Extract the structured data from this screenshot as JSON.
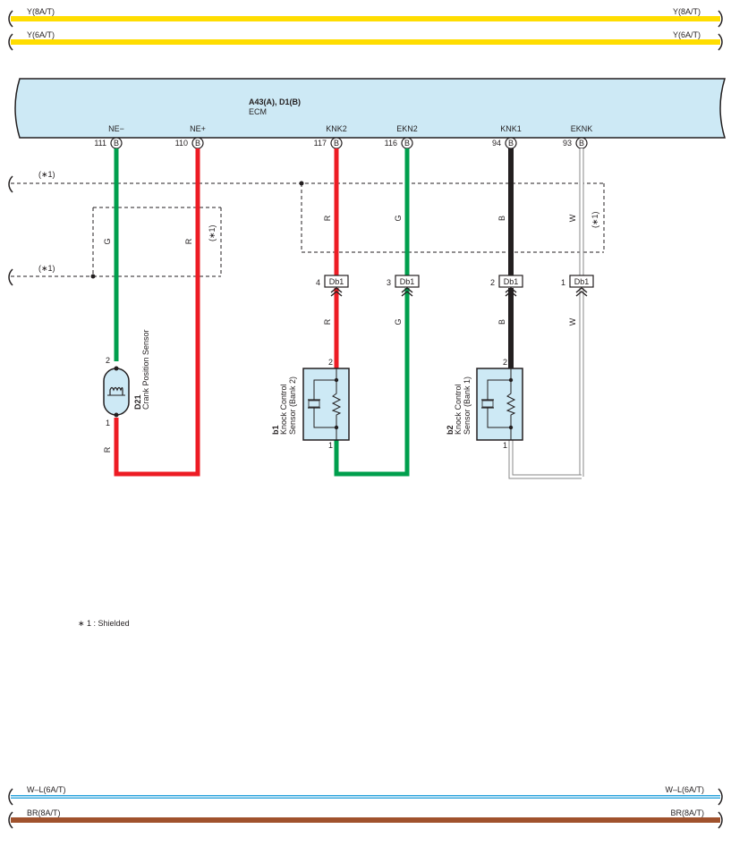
{
  "buses": {
    "top1": {
      "left": "Y(8A/T)",
      "right": "Y(8A/T)",
      "color": "#ffdd00"
    },
    "top2": {
      "left": "Y(6A/T)",
      "right": "Y(6A/T)",
      "color": "#ffdd00"
    },
    "bottom1": {
      "left": "W–L(6A/T)",
      "right": "W–L(6A/T)",
      "color": "#29a3dc"
    },
    "bottom2": {
      "left": "BR(8A/T)",
      "right": "BR(8A/T)",
      "color": "#a0522d"
    }
  },
  "ecm": {
    "code": "A43(A), D1(B)",
    "name": "ECM",
    "fill": "#cde9f5",
    "terminals": [
      {
        "name": "NE−",
        "pin": "111",
        "conn": "B"
      },
      {
        "name": "NE+",
        "pin": "110",
        "conn": "B"
      },
      {
        "name": "KNK2",
        "pin": "117",
        "conn": "B"
      },
      {
        "name": "EKN2",
        "pin": "116",
        "conn": "B"
      },
      {
        "name": "KNK1",
        "pin": "94",
        "conn": "B"
      },
      {
        "name": "EKNK",
        "pin": "93",
        "conn": "B"
      }
    ]
  },
  "shield_mark": "(∗1)",
  "wire_colors": {
    "G": "G",
    "R": "R",
    "B": "B",
    "W": "W",
    "hex": {
      "G": "#009f4d",
      "R": "#ed1c24",
      "B": "#231f20",
      "W": "#ffffff"
    }
  },
  "connectors": [
    {
      "pin": "4",
      "name": "Db1"
    },
    {
      "pin": "3",
      "name": "Db1"
    },
    {
      "pin": "2",
      "name": "Db1"
    },
    {
      "pin": "1",
      "name": "Db1"
    }
  ],
  "components": {
    "d21": {
      "code": "D21",
      "name": "Crank Position Sensor",
      "pin_top": "2",
      "pin_bottom": "1"
    },
    "b1": {
      "code": "b1",
      "line1": "Knock Control",
      "line2": "Sensor (Bank 2)",
      "pin_top": "2",
      "pin_bottom": "1"
    },
    "b2": {
      "code": "b2",
      "line1": "Knock Control",
      "line2": "Sensor (Bank 1)",
      "pin_top": "2",
      "pin_bottom": "1"
    }
  },
  "note": "∗ 1 : Shielded"
}
